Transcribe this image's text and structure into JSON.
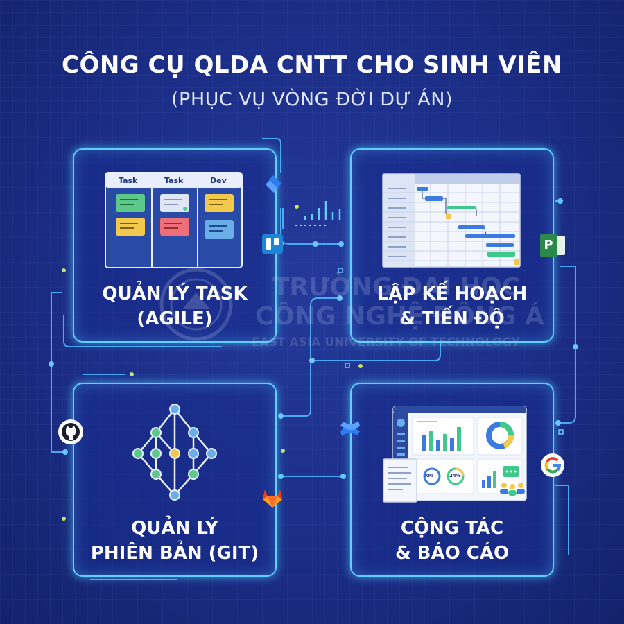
{
  "header": {
    "title": "CÔNG CỤ QLDA CNTT CHO SINH VIÊN",
    "subtitle": "(PHỤC VỤ VÒNG ĐỜI DỰ ÁN)"
  },
  "cards": {
    "task": {
      "line1": "QUẢN LÝ TASK",
      "line2": "(AGILE)",
      "columns": [
        "Task",
        "Task",
        "Dev"
      ]
    },
    "plan": {
      "line1": "LẬP KẾ HOẠCH",
      "line2": "& TIẾN ĐỘ"
    },
    "git": {
      "line1": "QUẢN LÝ",
      "line2": "PHIÊN BẢN (GIT)"
    },
    "collab": {
      "line1": "CỘNG TÁC",
      "line2": "& BÁO CÁO",
      "kpi_label": "KPI",
      "percent_label": "24%"
    }
  },
  "watermark": {
    "line1": "TRƯỜNG ĐẠI HỌC",
    "line2": "CÔNG NGHỆ ĐÔNG Á",
    "line3": "EAST ASIA UNIVERSITY OF TECHNOLOGY"
  },
  "icons": [
    "jira-icon",
    "trello-icon",
    "ms-project-icon",
    "github-icon",
    "gitlab-icon",
    "confluence-icon",
    "google-icon",
    "people-icon",
    "chat-icon"
  ],
  "colors": {
    "background": "#1b2d85",
    "glow": "#5fd0ff",
    "title": "#ffffff"
  }
}
